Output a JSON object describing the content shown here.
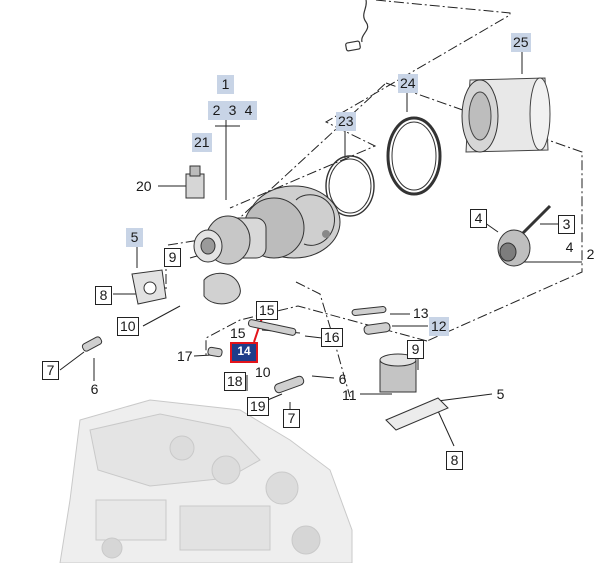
{
  "diagram": {
    "callouts": {
      "c1": "1",
      "c2a": "2",
      "c3a": "3",
      "c4a": "4",
      "c2b": "2",
      "c3b": "3",
      "c4b": "4",
      "c4c": "4",
      "c5a": "5",
      "c5b": "5",
      "c6a": "6",
      "c6b": "6",
      "c7a": "7",
      "c7b": "7",
      "c8a": "8",
      "c8b": "8",
      "c9a": "9",
      "c9b": "9",
      "c10a": "10",
      "c10b": "10",
      "c11": "11",
      "c12": "12",
      "c13": "13",
      "c14": "14",
      "c15a": "15",
      "c15b": "15",
      "c16": "16",
      "c17": "17",
      "c18": "18",
      "c19": "19",
      "c20": "20",
      "c21": "21",
      "c23": "23",
      "c24": "24",
      "c25": "25"
    },
    "colors": {
      "label_bg": "#c8d4e6",
      "highlight_bg": "#1f3d8a",
      "highlight_border": "#e3141b",
      "linework": "#222222",
      "engine": "#c9c9c9"
    }
  }
}
